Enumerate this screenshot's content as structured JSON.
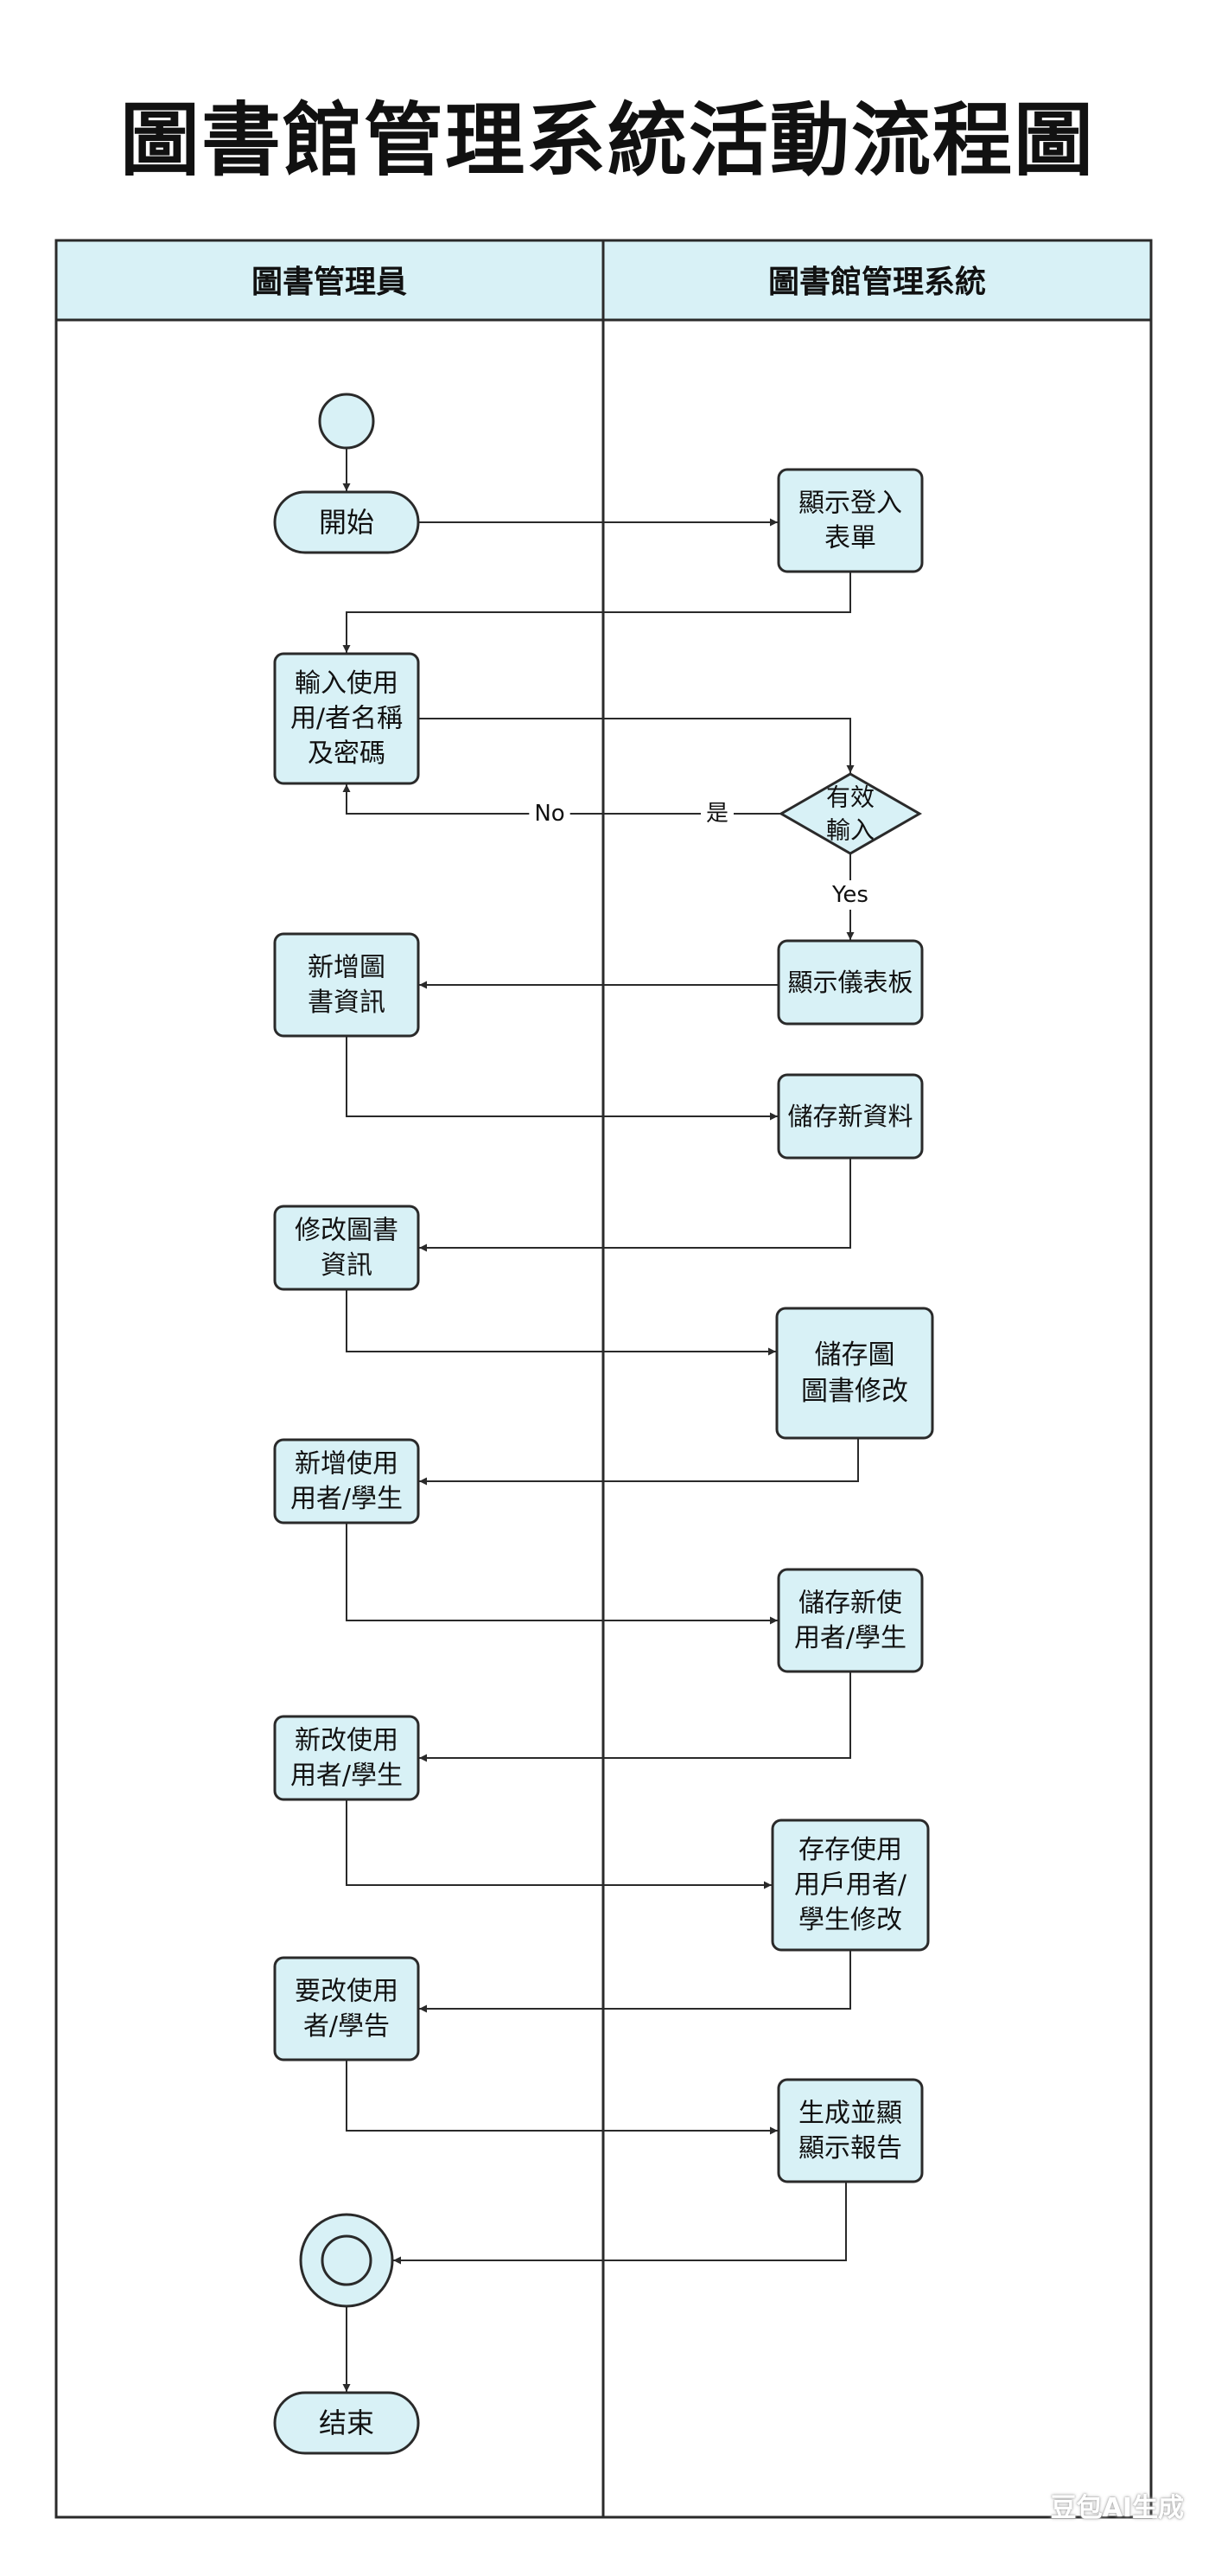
{
  "title": "圖書館管理系統活動流程圖",
  "lanes": [
    {
      "label": "圖書管理員"
    },
    {
      "label": "圖書館管理系統"
    }
  ],
  "nodes": {
    "start": [
      "開始"
    ],
    "login_form": [
      "顯示登入",
      "表單"
    ],
    "enter_creds": [
      "輸入使用",
      "用/者名稱",
      "及密碼"
    ],
    "valid": [
      "有效",
      "輸入"
    ],
    "dashboard": [
      "顯示儀表板"
    ],
    "add_book": [
      "新增圖",
      "書資訊"
    ],
    "save_new": [
      "儲存新資料"
    ],
    "edit_book": [
      "修改圖書",
      "資訊"
    ],
    "save_edit": [
      "儲存圖",
      "圖書修改"
    ],
    "add_user": [
      "新增使用",
      "用者/學生"
    ],
    "save_user": [
      "儲存新使",
      "用者/學生"
    ],
    "edit_user": [
      "新改使用",
      "用者/學生"
    ],
    "save_user_edit": [
      "存存使用",
      "用戶用者/",
      "學生修改"
    ],
    "report_req": [
      "要改使用",
      "者/學告"
    ],
    "report": [
      "生成並顯",
      "顯示報告"
    ],
    "end": [
      "结束"
    ]
  },
  "edge_labels": {
    "no": "No",
    "yes_zh": "是",
    "yes": "Yes"
  },
  "watermark": "豆包AI生成",
  "colors": {
    "fill": "#d8f1f6",
    "stroke": "#2a2a2a"
  }
}
